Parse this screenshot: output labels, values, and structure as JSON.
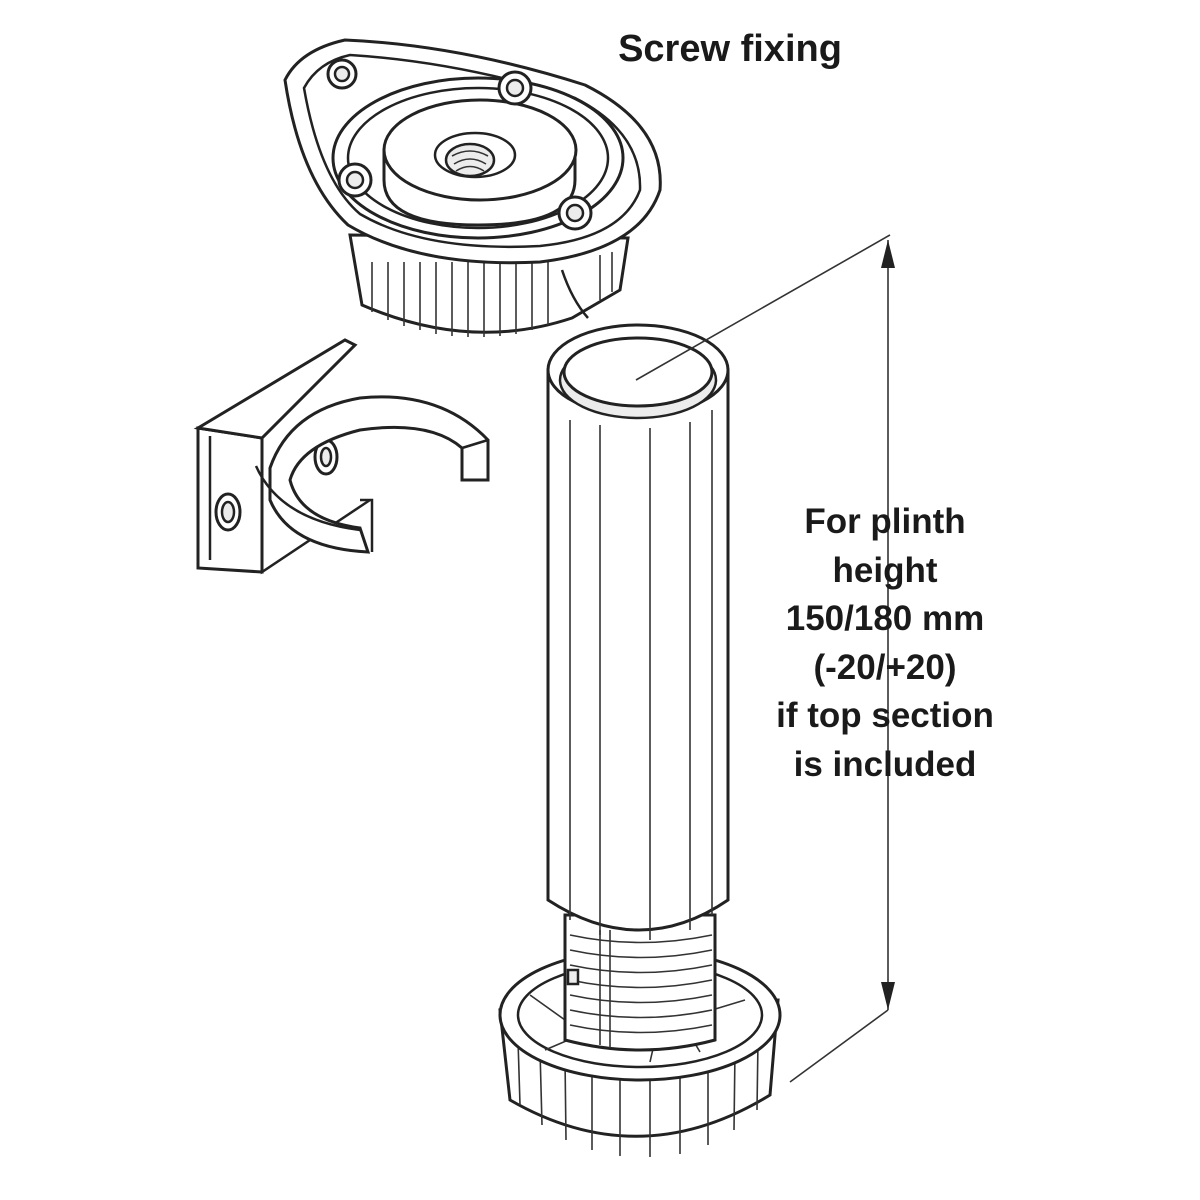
{
  "labels": {
    "screw_fixing": "Screw fixing",
    "plinth_note": [
      "For plinth",
      "height",
      "150/180 mm",
      "(-20/+20)",
      "if top section",
      "is included"
    ]
  },
  "colors": {
    "line": "#222222",
    "background": "#ffffff",
    "shade": "#ececec"
  }
}
